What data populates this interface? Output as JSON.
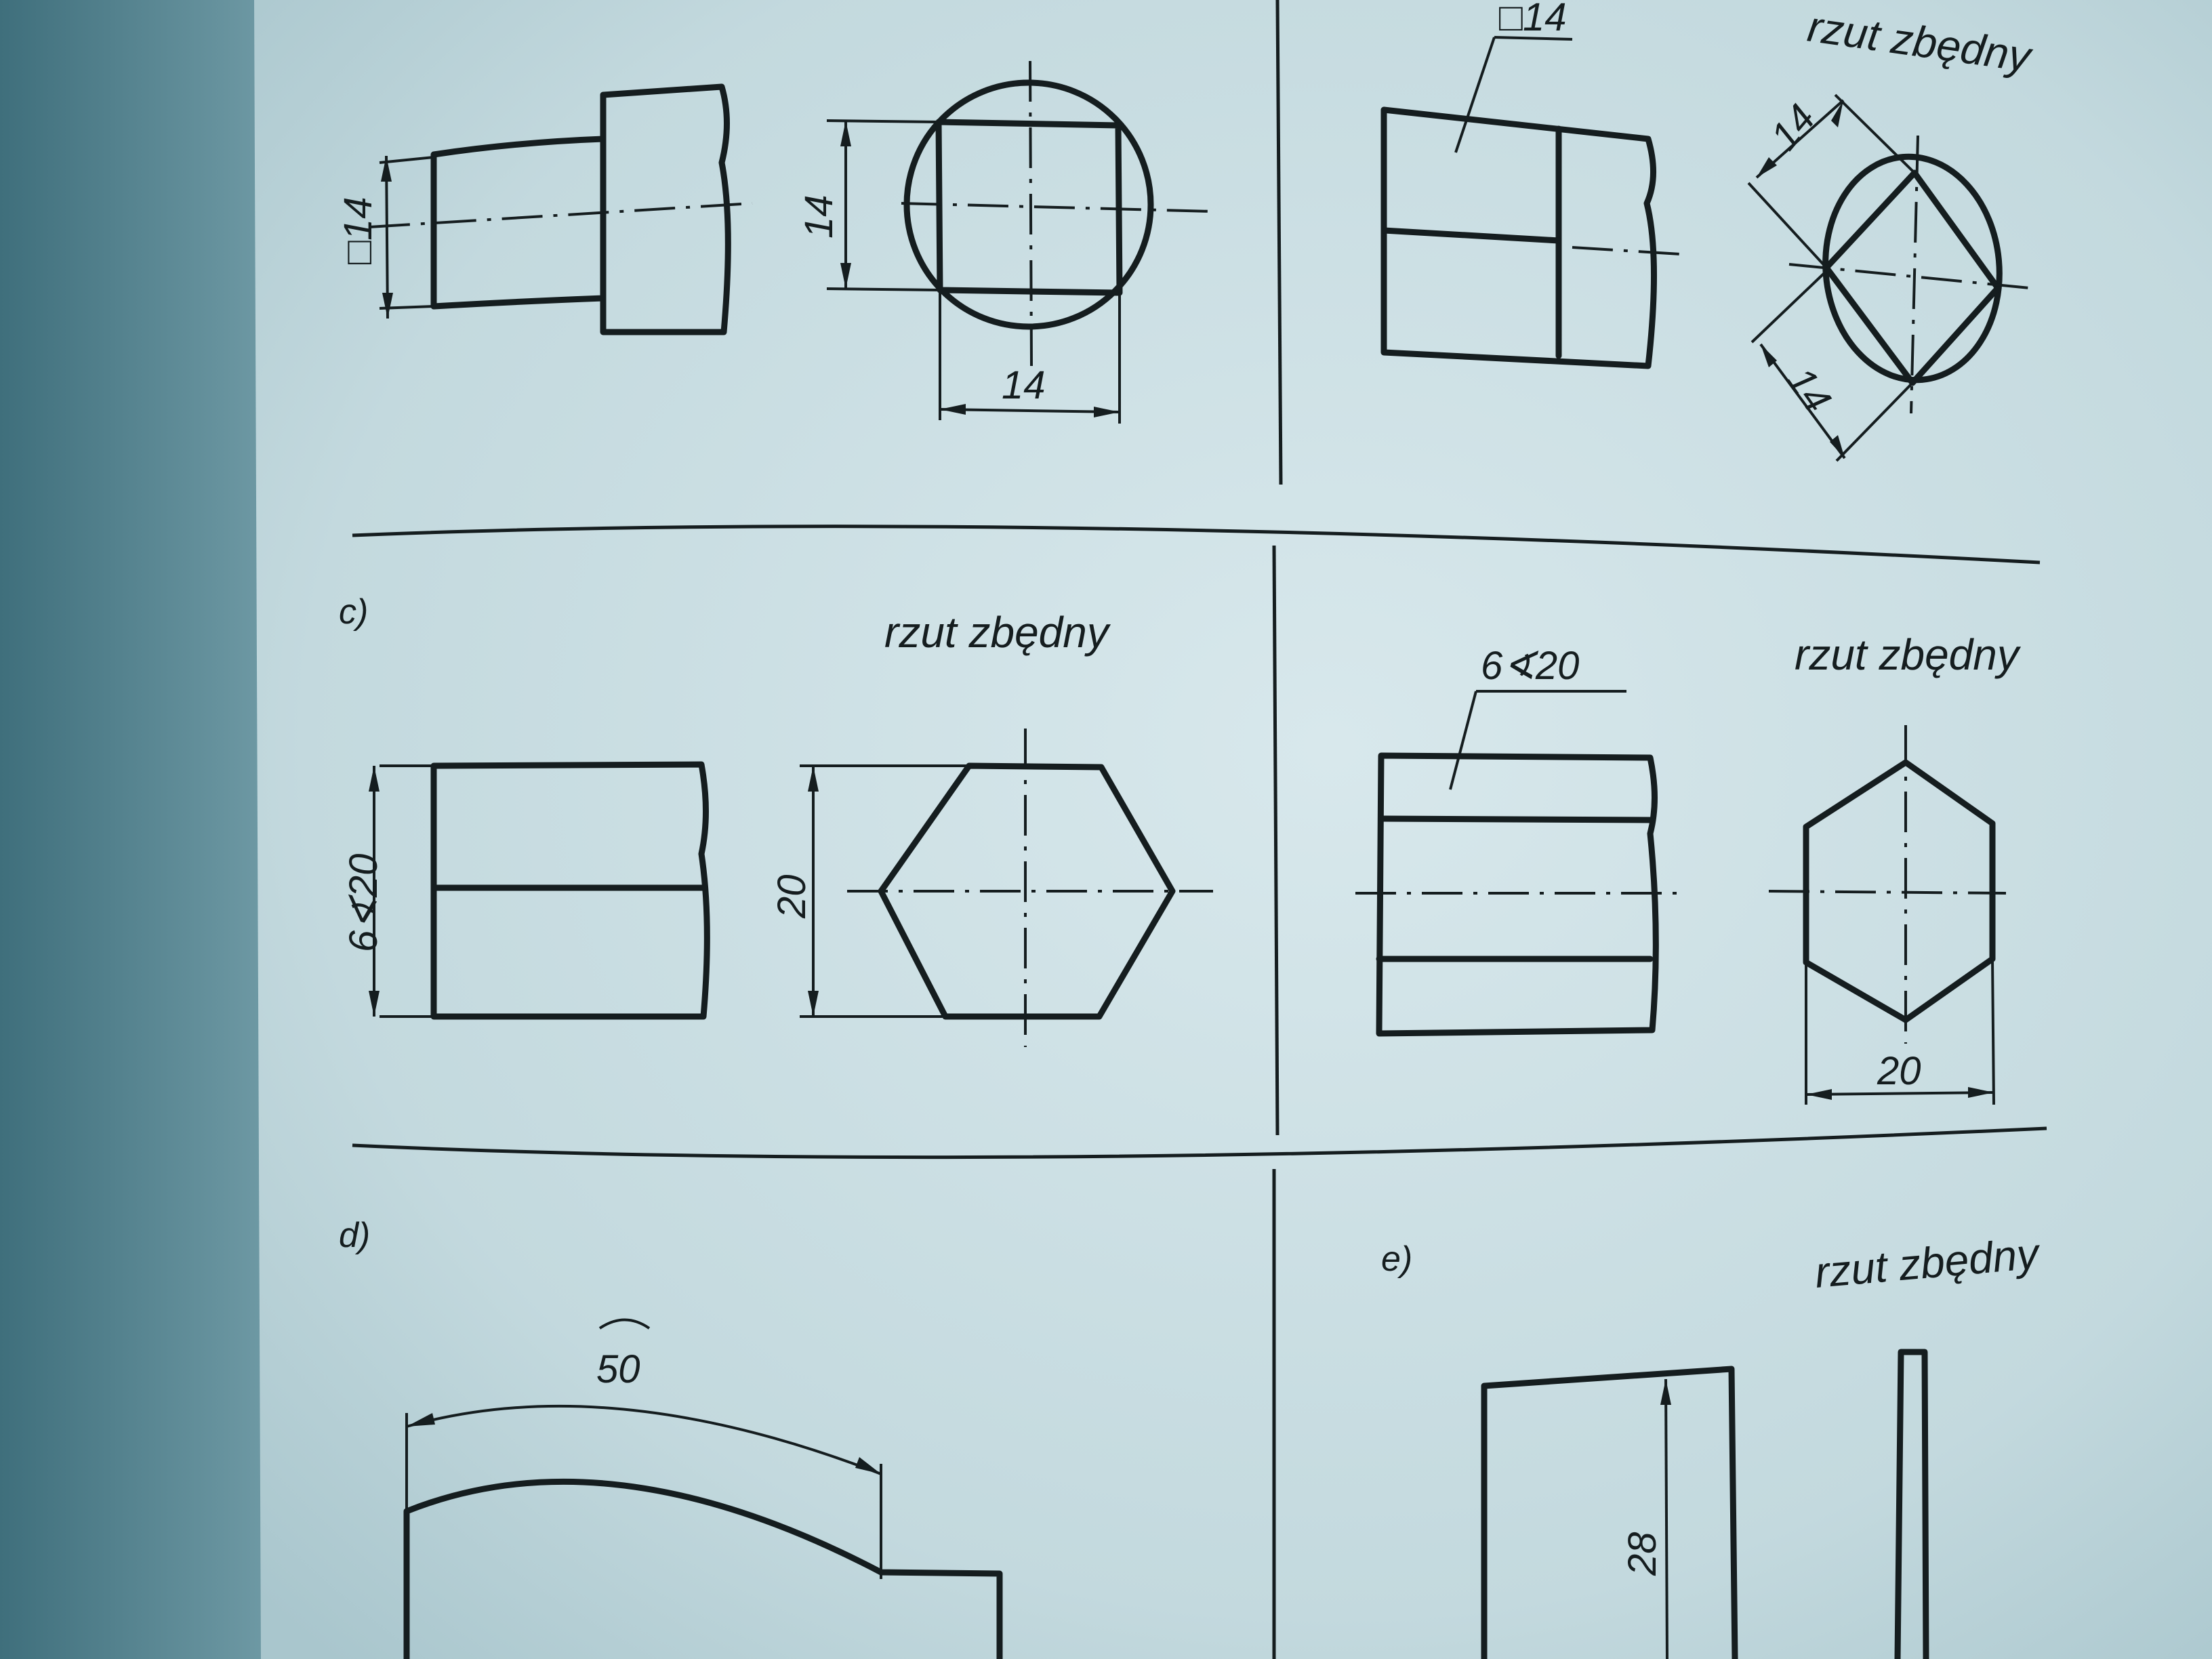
{
  "drawing": {
    "panel_a": {
      "square_symbol_dim": "□14",
      "height_dim": "14",
      "width_dim": "14"
    },
    "panel_b": {
      "square_leader_dim": "□14",
      "extra_view_note": "rzut zbędny",
      "diag_dim_1": "14",
      "diag_dim_2": "14"
    },
    "panel_c": {
      "label": "c)",
      "extra_view_note": "rzut zbędny",
      "hex_symbol_dim": "6∢20",
      "height_dim": "20"
    },
    "panel_c2": {
      "hex_leader_dim": "6∢20",
      "extra_view_note": "rzut zbędny",
      "width_dim": "20"
    },
    "panel_d": {
      "label": "d)",
      "arc_dim": "50"
    },
    "panel_e": {
      "label": "e)",
      "extra_view_note": "rzut zbędny",
      "height_dim": "28"
    }
  },
  "colors": {
    "page": "#cfe0e4",
    "ink": "#151d1f",
    "background": "#4f7f8c"
  }
}
